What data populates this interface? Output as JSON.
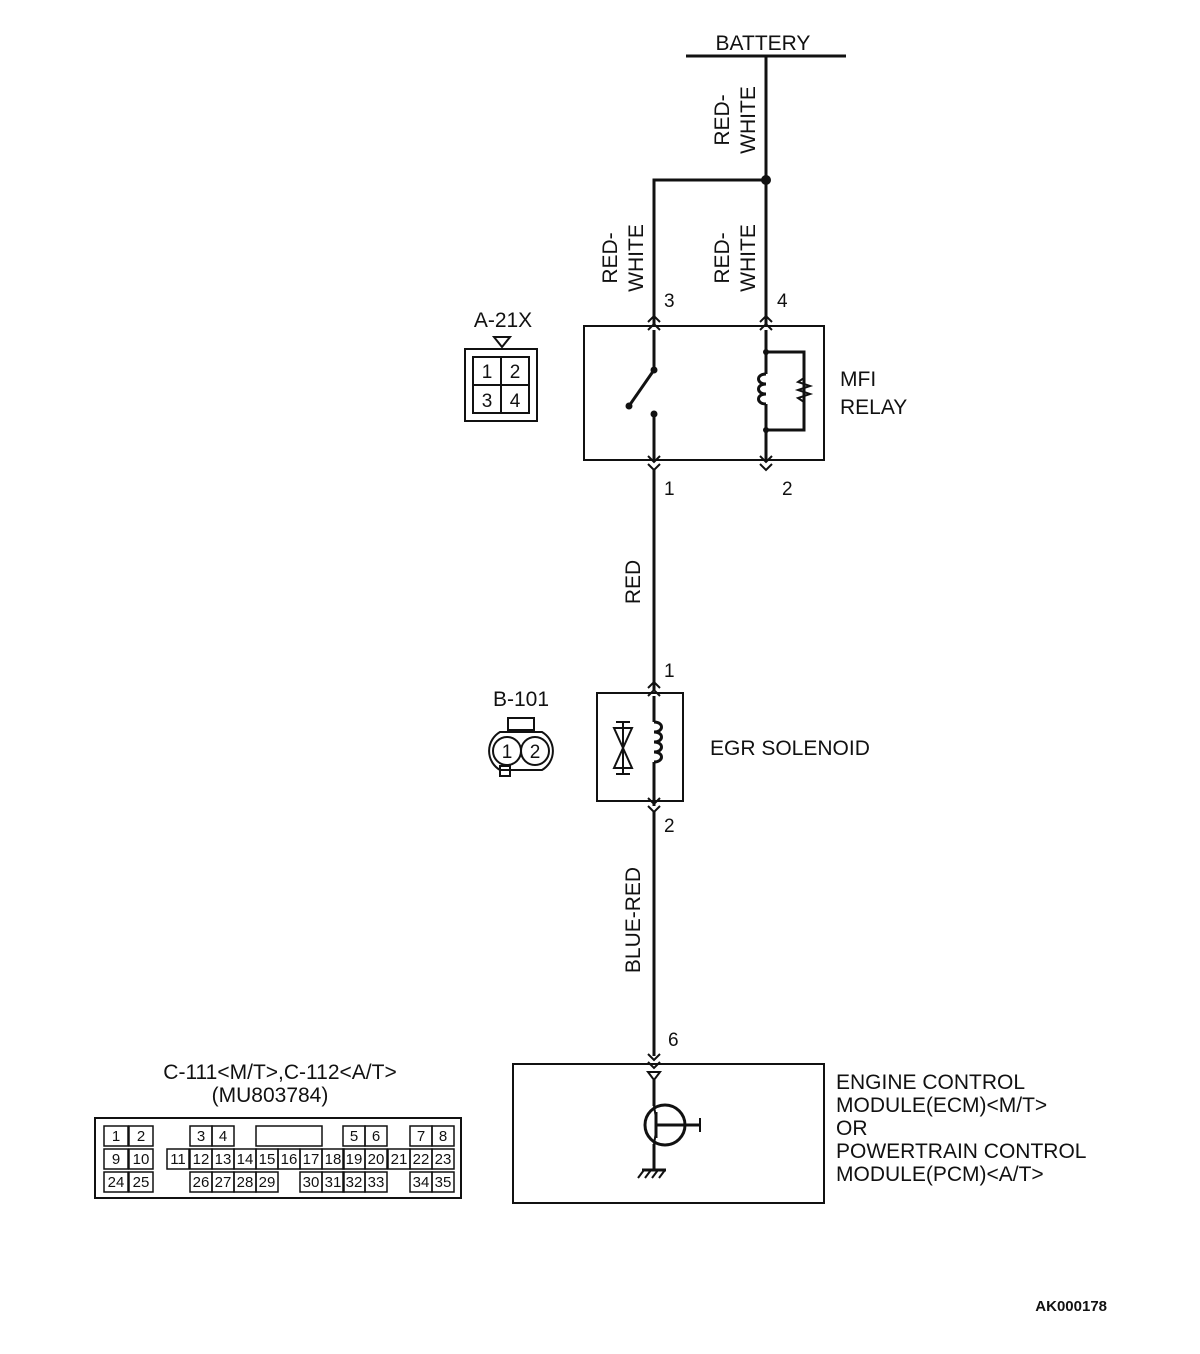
{
  "battery": {
    "label": "BATTERY"
  },
  "wires": {
    "battery_feed": "RED-\nWHITE",
    "relay_pin3": "RED-\nWHITE",
    "relay_pin4": "RED-\nWHITE",
    "relay_to_solenoid": "RED",
    "solenoid_to_ecm": "BLUE-RED"
  },
  "relay": {
    "name_line1": "MFI",
    "name_line2": "RELAY",
    "pins": {
      "p3": "3",
      "p4": "4",
      "p1": "1",
      "p2": "2"
    }
  },
  "relay_connector": {
    "label": "A-21X",
    "cells": [
      "1",
      "2",
      "3",
      "4"
    ]
  },
  "solenoid": {
    "name": "EGR SOLENOID",
    "pins": {
      "p1": "1",
      "p2": "2"
    }
  },
  "solenoid_connector": {
    "label": "B-101",
    "cells": [
      "1",
      "2"
    ]
  },
  "ecm": {
    "pin": "6",
    "line1": "ENGINE CONTROL",
    "line2": "MODULE(ECM)<M/T>",
    "line3": "OR",
    "line4": "POWERTRAIN CONTROL",
    "line5": "MODULE(PCM)<A/T>"
  },
  "ecm_connector": {
    "label_line1": "C-111<M/T>,C-112<A/T>",
    "label_line2": "(MU803784)",
    "row1": [
      "1",
      "2",
      "3",
      "4",
      "5",
      "6",
      "7",
      "8"
    ],
    "row2": [
      "9",
      "10",
      "11",
      "12",
      "13",
      "14",
      "15",
      "16",
      "17",
      "18",
      "19",
      "20",
      "21",
      "22",
      "23"
    ],
    "row3": [
      "24",
      "25",
      "26",
      "27",
      "28",
      "29",
      "30",
      "31",
      "32",
      "33",
      "34",
      "35"
    ]
  },
  "figure_code": "AK000178"
}
